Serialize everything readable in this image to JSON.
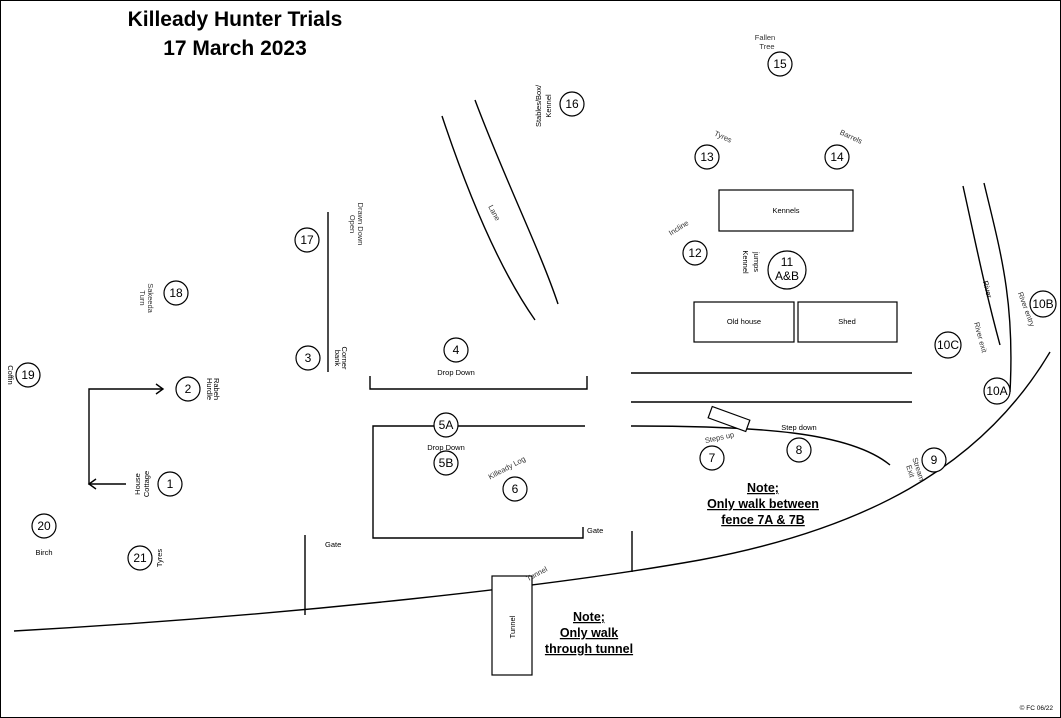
{
  "title": {
    "line1": "Killeady Hunter Trials",
    "line2": "17 March 2023"
  },
  "fences": [
    {
      "id": "1",
      "label_lines": [
        "House",
        "Cottage"
      ]
    },
    {
      "id": "2",
      "label_lines": [
        "Rabeh",
        "Hurdle"
      ]
    },
    {
      "id": "3",
      "label_lines": [
        "Corner",
        "bank"
      ]
    },
    {
      "id": "4",
      "label_lines": [
        "Drop Down"
      ]
    },
    {
      "id": "5A",
      "label_lines": [
        "Drop Down"
      ]
    },
    {
      "id": "5B",
      "label_lines": []
    },
    {
      "id": "6",
      "label_lines": [
        "Killeady Log"
      ]
    },
    {
      "id": "7",
      "label_lines": [
        "Steps up"
      ]
    },
    {
      "id": "8",
      "label_lines": [
        "Step down"
      ]
    },
    {
      "id": "9",
      "label_lines": [
        "Stream",
        "Exit"
      ]
    },
    {
      "id": "10A",
      "label_lines": [
        "River exit"
      ]
    },
    {
      "id": "10B",
      "label_lines": [
        "River entry"
      ]
    },
    {
      "id": "10C",
      "label_lines": []
    },
    {
      "id": "11",
      "id2": "A&B",
      "label_lines": [
        "Kennel",
        "jumps"
      ]
    },
    {
      "id": "12",
      "label_lines": [
        "Incline"
      ]
    },
    {
      "id": "13",
      "label_lines": [
        "Tyres"
      ]
    },
    {
      "id": "14",
      "label_lines": [
        "Barrels"
      ]
    },
    {
      "id": "15",
      "label_lines": [
        "Fallen",
        "Tree"
      ]
    },
    {
      "id": "16",
      "label_lines": [
        "Stables/Box/",
        "Kennel"
      ]
    },
    {
      "id": "17",
      "label_lines": [
        "Drawn Down",
        "Open"
      ]
    },
    {
      "id": "18",
      "label_lines": [
        "Turn",
        "Sakeeda"
      ]
    },
    {
      "id": "19",
      "label_lines": [
        "Coffin"
      ]
    },
    {
      "id": "20",
      "label_lines": [
        "Birch"
      ]
    },
    {
      "id": "21",
      "label_lines": [
        "Tyres"
      ]
    }
  ],
  "buildings": {
    "kennels": "Kennels",
    "old_house": "Old house",
    "shed": "Shed",
    "tunnel": "Tunnel"
  },
  "features": {
    "lane": "Lane",
    "river": "River",
    "gate_left": "Gate",
    "gate_right": "Gate",
    "tunnel_path": "Tunnel"
  },
  "notes": {
    "fence7": [
      "Note;",
      "Only walk between",
      "fence 7A & 7B"
    ],
    "tunnel": [
      "Note;",
      "Only walk",
      "through tunnel"
    ]
  },
  "copyright": "© FC 06/22"
}
